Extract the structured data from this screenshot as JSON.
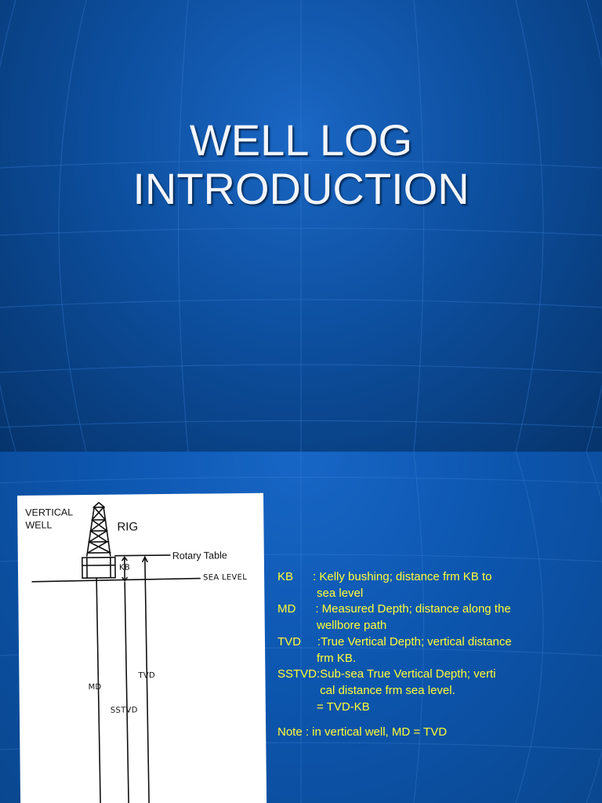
{
  "slide1": {
    "title_lines": [
      "WELL LOG",
      "INTRODUCTION"
    ]
  },
  "slide2": {
    "figure": {
      "label_vertical": "VERTICAL",
      "label_well": "WELL",
      "label_rig": "RIG",
      "label_rotary_table": "Rotary Table",
      "hand_kb": "KB",
      "hand_sea_level": "SEA LEVEL",
      "hand_md": "MD",
      "hand_tvd": "TVD",
      "hand_sstvd": "SSTVD"
    },
    "definitions": [
      "KB      : Kelly bushing; distance frm KB to",
      "            sea level",
      "MD      : Measured Depth; distance along the",
      "            wellbore path",
      "TVD     :True Vertical Depth; vertical distance",
      "            frm KB.",
      "SSTVD:Sub-sea True Vertical Depth; verti",
      "             cal distance frm sea level.",
      "            = TVD-KB"
    ],
    "note": "Note : in vertical well, MD = TVD"
  },
  "colors": {
    "background_blue": "#0d4f9f",
    "title_text": "#f2f5fb",
    "definition_text": "#ffff33"
  }
}
